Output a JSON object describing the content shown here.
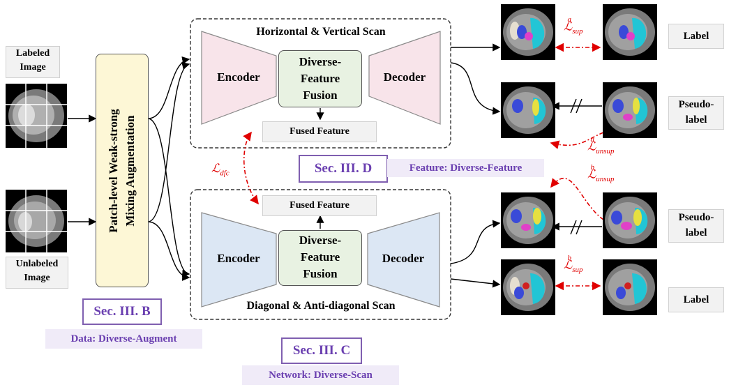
{
  "inputs": {
    "labeled": "Labeled\nImage",
    "unlabeled": "Unlabeled\nImage"
  },
  "augment_block": "Patch-level Weak-strong\nMixing Augmentation",
  "top_branch": {
    "title": "Horizontal & Vertical Scan",
    "encoder": "Encoder",
    "fusion": "Diverse-\nFeature\nFusion",
    "decoder": "Decoder",
    "fused_feature": "Fused Feature"
  },
  "bottom_branch": {
    "title": "Diagonal & Anti-diagonal Scan",
    "encoder": "Encoder",
    "fusion": "Diverse-\nFeature\nFusion",
    "decoder": "Decoder",
    "fused_feature": "Fused Feature"
  },
  "right_labels": {
    "label_top": "Label",
    "pseudo_top": "Pseudo-\nlabel",
    "pseudo_bottom": "Pseudo-\nlabel",
    "label_bottom": "Label"
  },
  "sections": {
    "b": {
      "title": "Sec. III. B",
      "tag": "Data: Diverse-Augment"
    },
    "c": {
      "title": "Sec. III. C",
      "tag": "Network: Diverse-Scan"
    },
    "d": {
      "title": "Sec. III. D",
      "tag": "Feature: Diverse-Feature"
    }
  },
  "losses": {
    "dfc": {
      "base": "ℒ",
      "sub": "dfc",
      "sup": ""
    },
    "sup_a": {
      "base": "ℒ",
      "sub": "sup",
      "sup": "a"
    },
    "sup_b": {
      "base": "ℒ",
      "sub": "sup",
      "sup": "b"
    },
    "unsup_a": {
      "base": "ℒ",
      "sub": "unsup",
      "sup": "a"
    },
    "unsup_b": {
      "base": "ℒ",
      "sub": "unsup",
      "sup": "b"
    }
  },
  "colors": {
    "encoder_top": "#f8e4ea",
    "decoder_top": "#f8e4ea",
    "encoder_bottom": "#dce7f4",
    "decoder_bottom": "#dce7f4",
    "fusion": "#e8f2e2",
    "augment": "#fdf7d6",
    "loss": "#e00000",
    "section": "#7f5fb0"
  }
}
